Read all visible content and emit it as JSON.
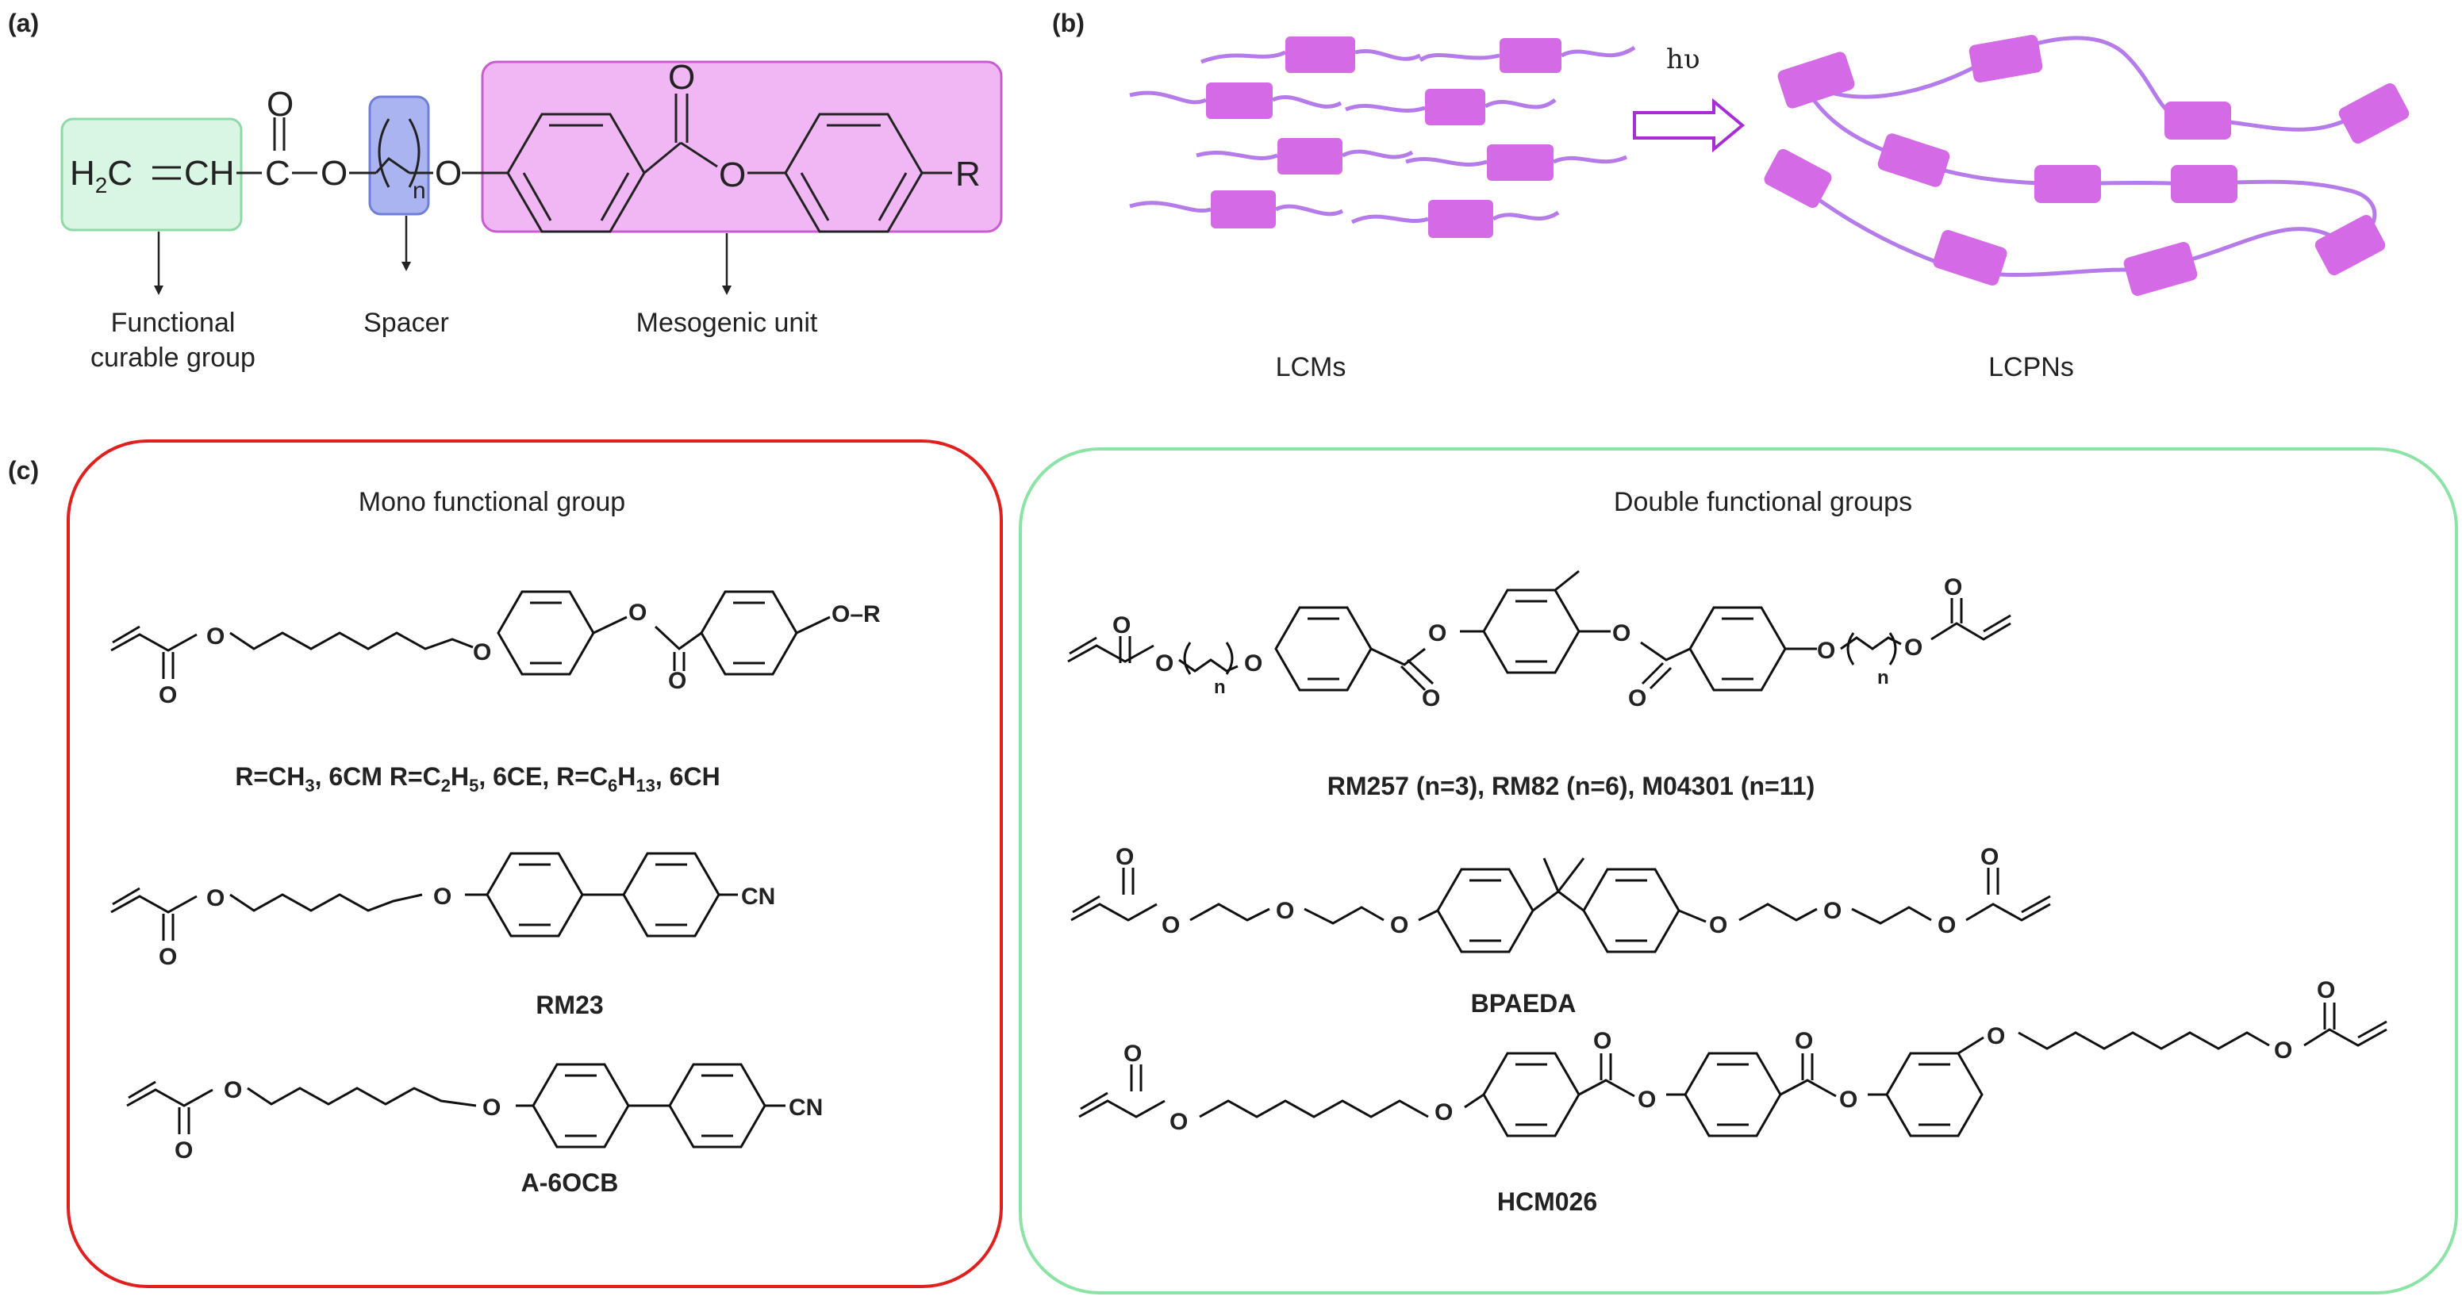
{
  "panel_a": {
    "tag": "(a)",
    "vinyl_h2c": "H",
    "vinyl_sub2": "2",
    "vinyl_c": "C",
    "vinyl_eq": "=",
    "vinyl_ch": "CH",
    "carbonyl_c": "C",
    "dash": "-",
    "ester_o": "O",
    "carbonyl_o": "O",
    "spacer_n": "n",
    "ether_o": "O",
    "meso_carbonyl_o": "O",
    "meso_ester_o": "O",
    "r_group": "R",
    "label_functional_1": "Functional",
    "label_functional_2": "curable group",
    "label_spacer": "Spacer",
    "label_mesogenic": "Mesogenic unit",
    "colors": {
      "functional": "#d9f5e3",
      "functional_border": "#8fd9a8",
      "spacer": "#aab4f0",
      "spacer_border": "#6f7fd8",
      "mesogen": "#f1b7f5",
      "mesogen_border": "#c95ccf"
    }
  },
  "panel_b": {
    "tag": "(b)",
    "light": "hυ",
    "label_monomers": "LCMs",
    "label_network": "LCPNs",
    "colors": {
      "mesogen": "#d46ae6",
      "chain": "#b57bea",
      "arrow": "#a52fd4"
    }
  },
  "panel_c": {
    "tag": "(c)",
    "mono": {
      "title": "Mono functional group",
      "border_color": "#e0201f",
      "s1_o_left": "O",
      "s1_o_bottom": "O",
      "s1_o_ether": "O",
      "s1_o_ester": "O",
      "s1_o_carbonyl": "O",
      "s1_tail": "O–R",
      "s1_caption_pre": "R=CH",
      "s1_caption_sub1": "3",
      "s1_caption_mid1": ", 6CM R=C",
      "s1_caption_sub2": "2",
      "s1_caption_mid2": "H",
      "s1_caption_sub3": "5",
      "s1_caption_mid3": ", 6CE, R=C",
      "s1_caption_sub4": "6",
      "s1_caption_mid4": "H",
      "s1_caption_sub5": "13",
      "s1_caption_post": ", 6CH",
      "s2_o_left": "O",
      "s2_o_bottom": "O",
      "s2_o_ether": "O",
      "s2_cn": "CN",
      "s2_name": "RM23",
      "s3_o_left": "O",
      "s3_o_bottom": "O",
      "s3_o_ether": "O",
      "s3_cn": "CN",
      "s3_name": "A-6OCB"
    },
    "double": {
      "title": "Double functional groups",
      "border_color": "#8be3a6",
      "d1_o": "O",
      "d1_n": "n",
      "d1_name": "RM257 (n=3), RM82 (n=6), M04301 (n=11)",
      "d2_o": "O",
      "d2_name": "BPAEDA",
      "d3_o": "O",
      "d3_name": "HCM026"
    }
  }
}
